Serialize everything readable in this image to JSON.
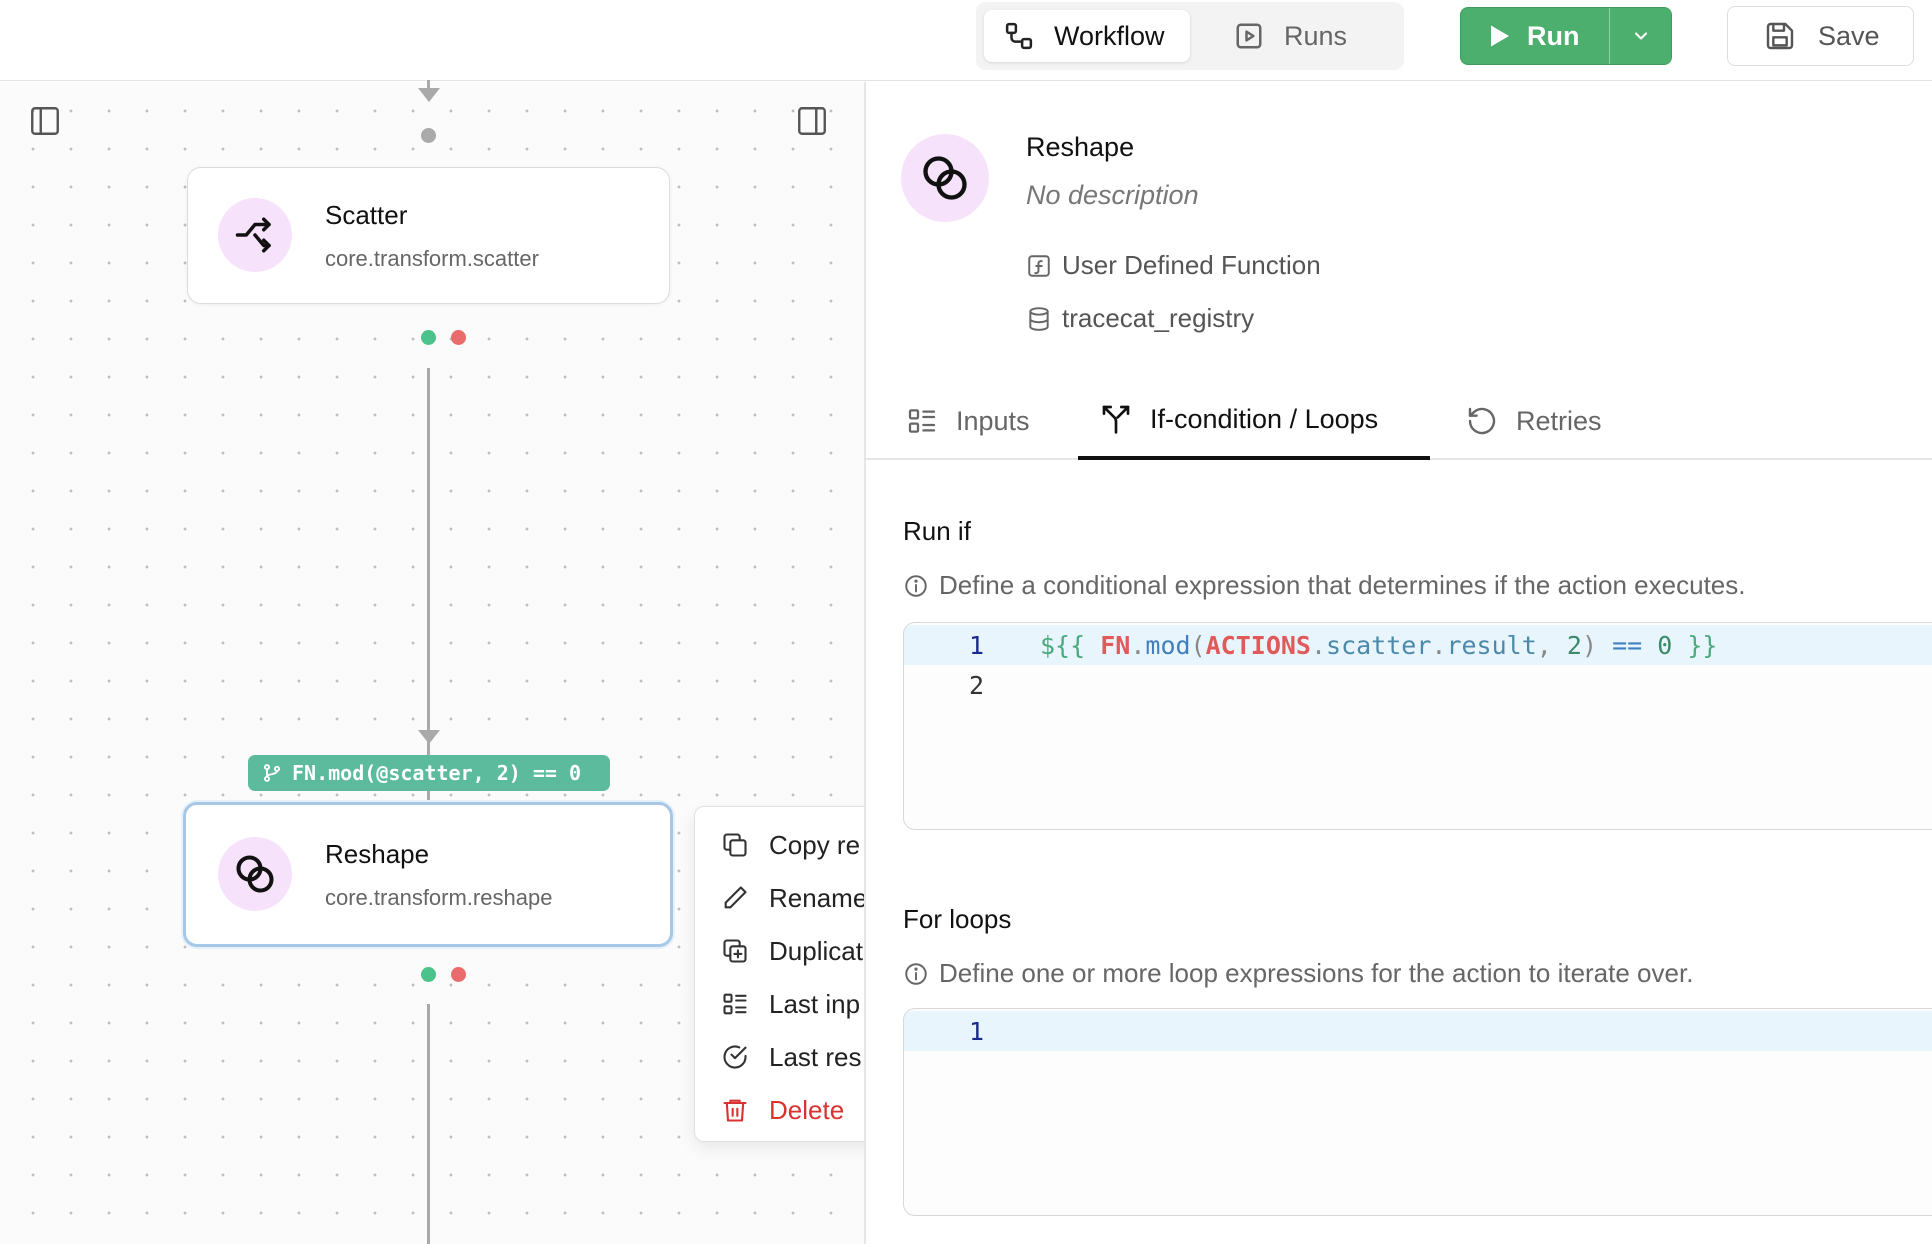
{
  "header": {
    "tabs": [
      {
        "label": "Workflow",
        "icon": "workflow-icon",
        "active": true
      },
      {
        "label": "Runs",
        "icon": "play-square-icon",
        "active": false
      }
    ],
    "run_label": "Run",
    "save_label": "Save"
  },
  "canvas": {
    "nodes": [
      {
        "title": "Scatter",
        "subtitle": "core.transform.scatter",
        "icon": "scatter-icon"
      },
      {
        "title": "Reshape",
        "subtitle": "core.transform.reshape",
        "icon": "reshape-icon",
        "selected": true
      }
    ],
    "condition_badge": "FN.mod(@scatter, 2) == 0",
    "context_menu": {
      "items": [
        {
          "label": "Copy re",
          "icon": "copy-icon"
        },
        {
          "label": "Rename",
          "icon": "pencil-icon"
        },
        {
          "label": "Duplicat",
          "icon": "duplicate-icon"
        },
        {
          "label": "Last inp",
          "icon": "list-icon"
        },
        {
          "label": "Last res",
          "icon": "check-circle-icon"
        },
        {
          "label": "Delete",
          "icon": "trash-icon",
          "danger": true
        }
      ]
    }
  },
  "panel": {
    "title": "Reshape",
    "description": "No description",
    "type_label": "User Defined Function",
    "registry": "tracecat_registry",
    "tabs": [
      {
        "label": "Inputs",
        "icon": "inputs-icon",
        "active": false
      },
      {
        "label": "If-condition / Loops",
        "icon": "split-icon",
        "active": true
      },
      {
        "label": "Retries",
        "icon": "retry-icon",
        "active": false
      }
    ],
    "run_if": {
      "title": "Run if",
      "help": "Define a conditional expression that determines if the action executes.",
      "lines": [
        "${{ FN.mod(ACTIONS.scatter.result, 2) == 0 }}",
        ""
      ],
      "line_numbers": [
        "1",
        "2"
      ]
    },
    "for_loops": {
      "title": "For loops",
      "help": "Define one or more loop expressions for the action to iterate over.",
      "line_numbers": [
        "1"
      ]
    }
  },
  "colors": {
    "run_green": "#4caf6e",
    "badge_teal": "#5dbb9d",
    "icon_bg": "#f6e2fa",
    "danger": "#d93232",
    "success_dot": "#4cc38a",
    "error_dot": "#ea6b6b"
  }
}
